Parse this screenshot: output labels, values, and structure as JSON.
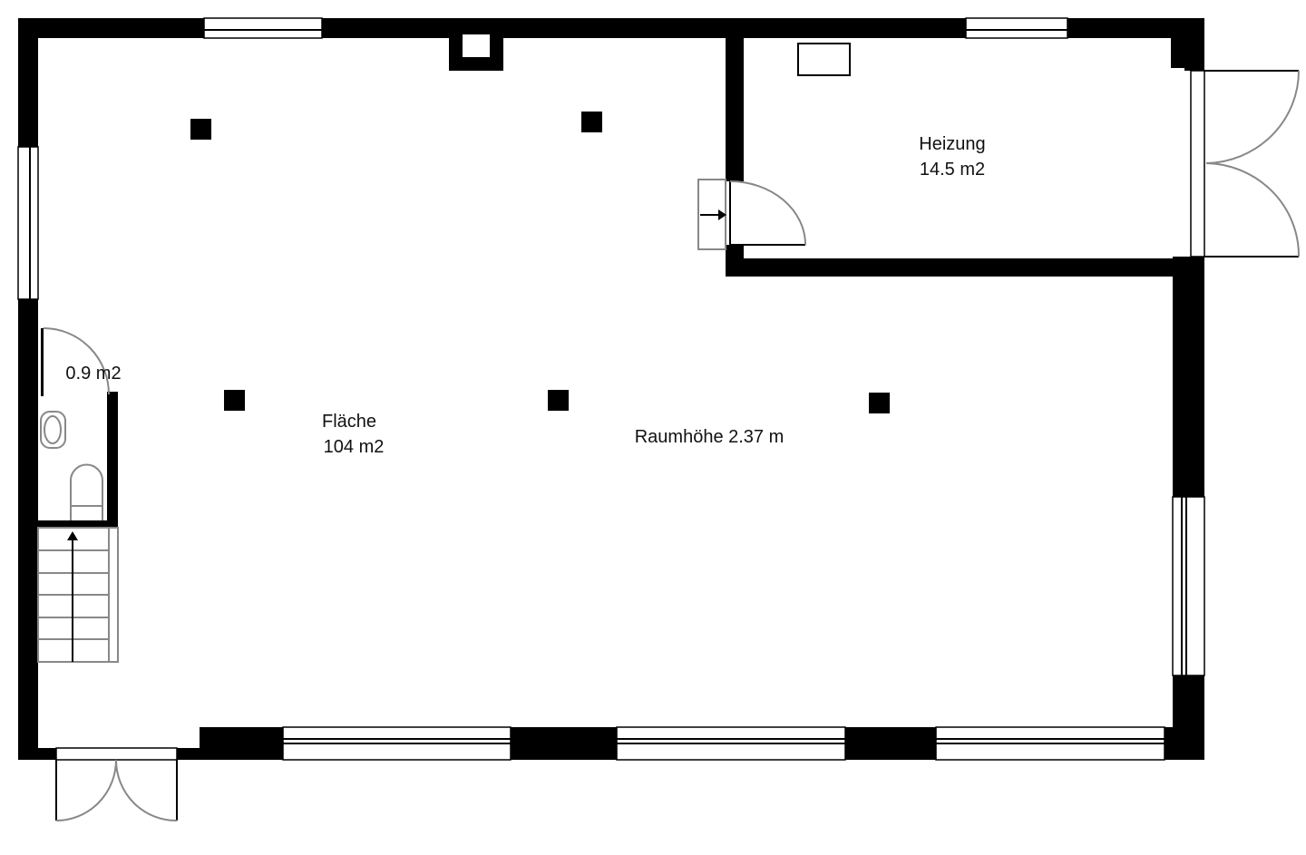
{
  "plan": {
    "rooms": [
      {
        "name": "Heizung",
        "area": "14.5 m2"
      },
      {
        "name": "",
        "area": "0.9 m2"
      },
      {
        "name": "Fläche",
        "area": "104 m2"
      }
    ],
    "ceiling_height": "Raumhöhe 2.37 m"
  },
  "colors": {
    "wall": "#000000",
    "background": "#ffffff",
    "door_arc": "#888888"
  }
}
